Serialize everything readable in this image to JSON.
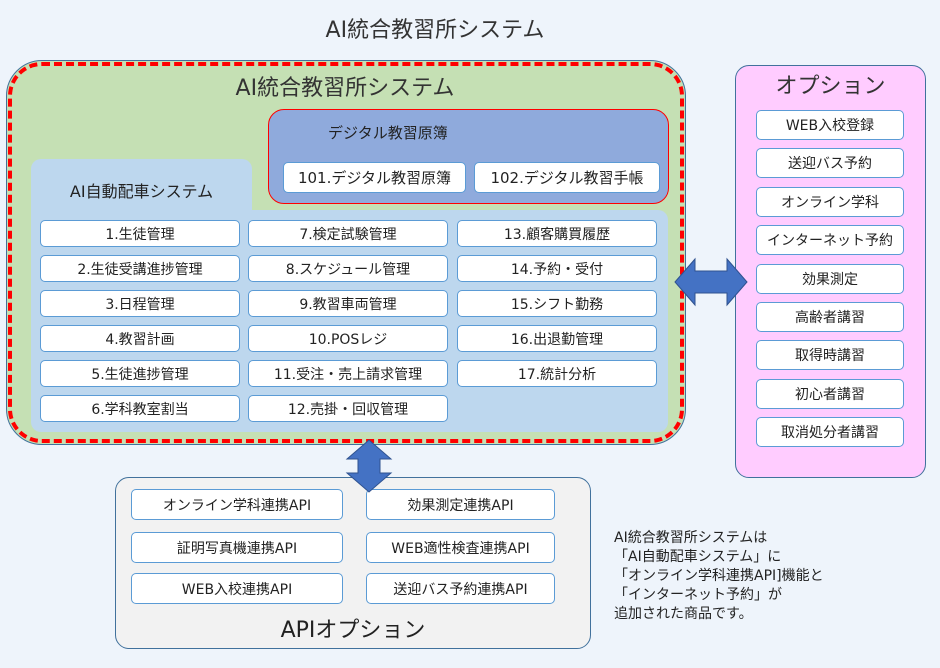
{
  "page_title": "AI統合教習所システム",
  "main_system": {
    "title": "AI統合教習所システム",
    "digital_register": {
      "title": "デジタル教習原簿",
      "items": [
        "101.デジタル教習原簿",
        "102.デジタル教習手帳"
      ]
    },
    "ai_dispatch": {
      "title": "AI自動配車システム",
      "columns": [
        [
          "1.生徒管理",
          "2.生徒受講進捗管理",
          "3.日程管理",
          "4.教習計画",
          "5.生徒進捗管理",
          "6.学科教室割当"
        ],
        [
          "7.検定試験管理",
          "8.スケジュール管理",
          "9.教習車両管理",
          "10.POSレジ",
          "11.受注・売上請求管理",
          "12.売掛・回収管理"
        ],
        [
          "13.顧客購買履歴",
          "14.予約・受付",
          "15.シフト勤務",
          "16.出退勤管理",
          "17.統計分析"
        ]
      ]
    }
  },
  "options": {
    "title": "オプション",
    "items": [
      "WEB入校登録",
      "送迎バス予約",
      "オンライン学科",
      "インターネット予約",
      "効果測定",
      "高齢者講習",
      "取得時講習",
      "初心者講習",
      "取消処分者講習"
    ]
  },
  "api_options": {
    "title": "APIオプション",
    "left": [
      "オンライン学科連携API",
      "証明写真機連携API",
      "WEB入校連携API"
    ],
    "right": [
      "効果測定連携API",
      "WEB適性検査連携API",
      "送迎バス予約連携API"
    ]
  },
  "note_lines": [
    "AI統合教習所システムは",
    "「AI自動配車システム」に",
    "「オンライン学科連携API]機能と",
    "「インターネット予約」が",
    "追加された商品です。"
  ],
  "colors": {
    "main_fill": "#c5e0b4",
    "main_dash": "#ff0000",
    "digital_fill": "#8faadc",
    "ai_fill": "#bdd7ee",
    "options_fill": "#ffccff",
    "api_fill": "#f2f2f2",
    "arrow_fill": "#4472c4",
    "module_border": "#5b9bd5"
  }
}
